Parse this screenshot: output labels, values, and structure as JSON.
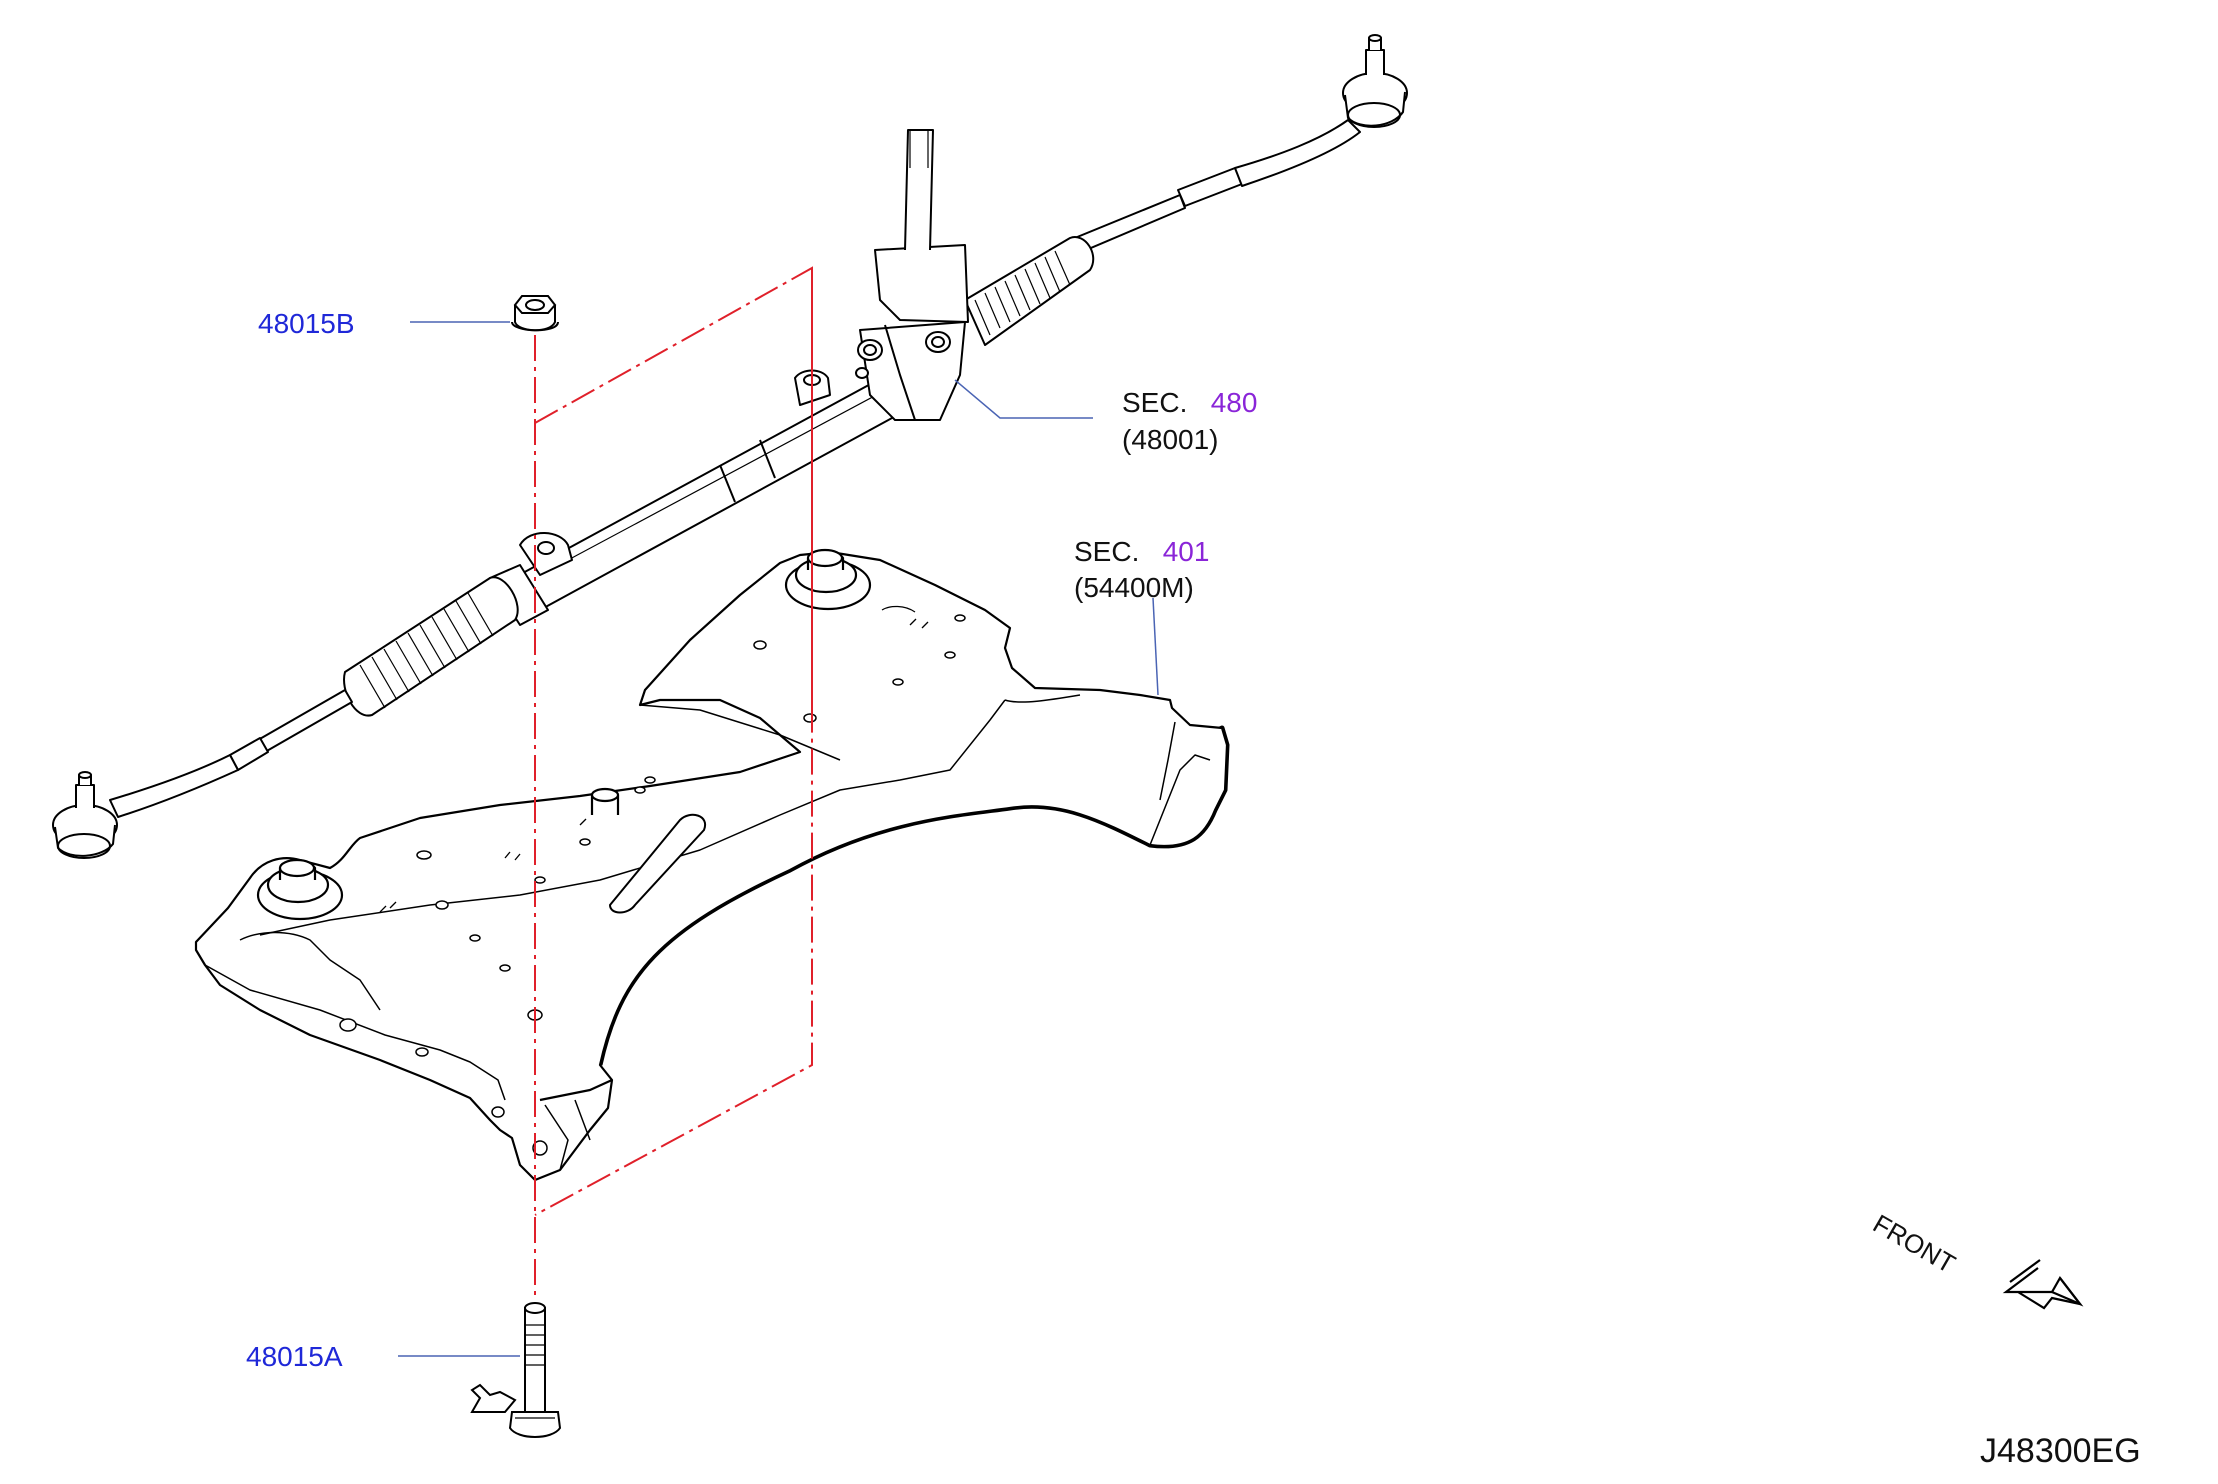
{
  "colors": {
    "part_link": "#1f28d8",
    "section_number": "#8a25d8",
    "leader": "#4a64b4",
    "centerline": "#e0202a",
    "outline": "#000000"
  },
  "callouts": {
    "nut": {
      "part_no": "48015B"
    },
    "bolt": {
      "part_no": "48015A"
    },
    "steering_gear": {
      "sec_prefix": "SEC.",
      "sec_no": "480",
      "ref": "(48001)"
    },
    "member": {
      "sec_prefix": "SEC.",
      "sec_no": "401",
      "ref": "(54400M)"
    }
  },
  "direction": {
    "label": "FRONT"
  },
  "diagram_id": "J48300EG"
}
